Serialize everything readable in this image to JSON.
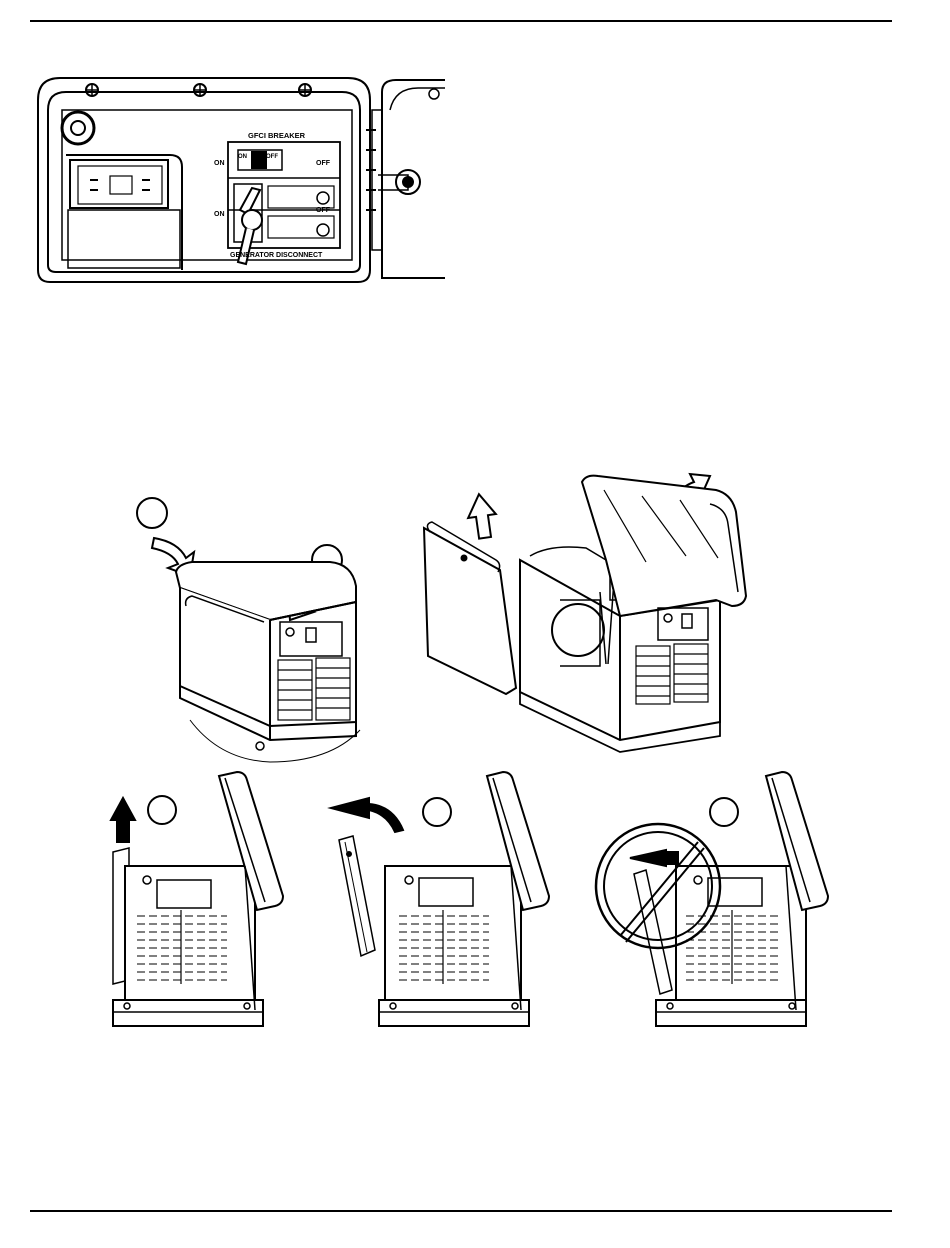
{
  "panel": {
    "gfci_breaker_label": "GFCI BREAKER",
    "on_label_1": "ON",
    "off_label_1": "OFF",
    "on_label_2": "ON",
    "off_label_2": "OFF",
    "switch_on_text": "ON",
    "switch_off_text": "OFF",
    "generator_disconnect_label": "GENERATOR DISCONNECT"
  },
  "colors": {
    "line": "#000000",
    "background": "#ffffff"
  }
}
